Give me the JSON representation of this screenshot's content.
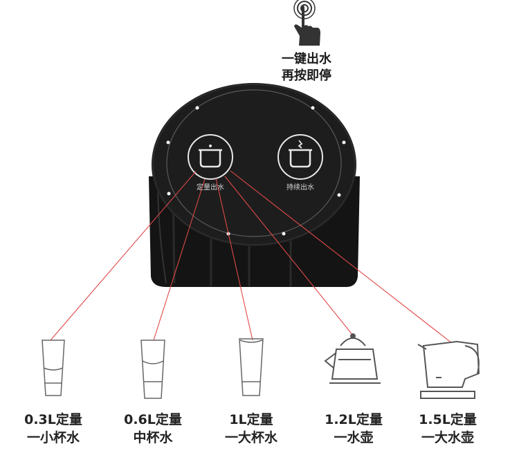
{
  "instruction": {
    "line1": "一键出水",
    "line2": "再按即停"
  },
  "buttons": {
    "left_label": "定量出水",
    "right_label": "持续出水"
  },
  "containers": [
    {
      "line1": "0.3L定量",
      "line2": "一小杯水",
      "icon": "small-glass-icon"
    },
    {
      "line1": "0.6L定量",
      "line2": "中杯水",
      "icon": "medium-glass-icon"
    },
    {
      "line1": "1L定量",
      "line2": "一大杯水",
      "icon": "large-glass-icon"
    },
    {
      "line1": "1.2L定量",
      "line2": "一水壶",
      "icon": "kettle-icon"
    },
    {
      "line1": "1.5L定量",
      "line2": "一大水壶",
      "icon": "electric-kettle-icon"
    }
  ],
  "colors": {
    "device_body": "#151515",
    "device_top": "#1f1f1f",
    "guide_line": "#e04040"
  }
}
